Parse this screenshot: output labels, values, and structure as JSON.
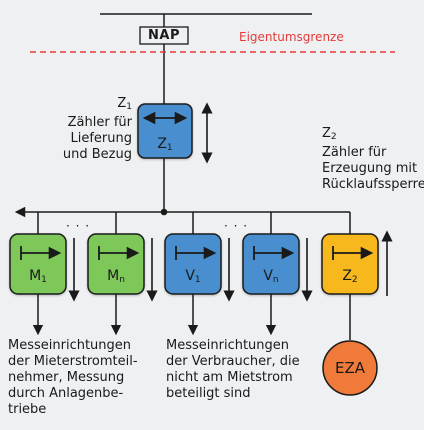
{
  "nap_label": "NAP",
  "eigentumsgrenze_label": "Eigentumsgrenze",
  "ellipsis_left": "· · ·",
  "ellipsis_right": "· · ·",
  "z1_caption": {
    "line1": "Z",
    "line1_sub": "1",
    "line2": "Zähler für",
    "line3": "Lieferung",
    "line4": "und Bezug"
  },
  "z2_caption": {
    "line1": "Z",
    "line1_sub": "2",
    "line2": "Zähler für",
    "line3": "Erzeugung mit",
    "line4": "Rücklaufssperre"
  },
  "meters": {
    "z1": {
      "letter": "Z",
      "sub": "1"
    },
    "m1": {
      "letter": "M",
      "sub": "1"
    },
    "mn": {
      "letter": "M",
      "sub": "n"
    },
    "v1": {
      "letter": "V",
      "sub": "1"
    },
    "vn": {
      "letter": "V",
      "sub": "n"
    },
    "z2": {
      "letter": "Z",
      "sub": "2"
    }
  },
  "left_caption": [
    "Messeinrichtungen",
    "der Mieterstromteil-",
    "nehmer, Messung",
    "durch Anlagenbe-",
    "triebe"
  ],
  "mid_caption": [
    "Messeinrichtungen",
    "der Verbraucher, die",
    "nicht am Mietstrom",
    "beteiligt sind"
  ],
  "eza_label": "EZA",
  "colors": {
    "blue": "#4a8fd0",
    "green": "#7ec85a",
    "yellow": "#f6b81c",
    "orange": "#f07a3a",
    "red_dashed": "#e53a3a",
    "line": "#1a1a1a"
  }
}
